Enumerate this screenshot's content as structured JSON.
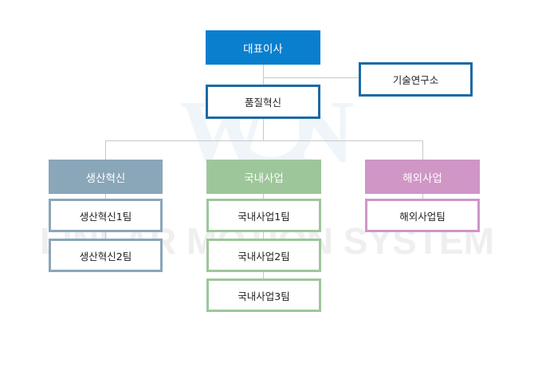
{
  "watermark": {
    "top_text": "W  N",
    "bottom_text": "LINEAR MOTION SYSTEM"
  },
  "org": {
    "ceo": "대표이사",
    "rnd": "기술연구소",
    "quality": "품질혁신",
    "divisions": [
      {
        "name": "생산혁신",
        "color": "#8aa6b9",
        "teams": [
          "생산혁신1팀",
          "생산혁신2팀"
        ]
      },
      {
        "name": "국내사업",
        "color": "#9ec69b",
        "teams": [
          "국내사업1팀",
          "국내사업2팀",
          "국내사업3팀"
        ]
      },
      {
        "name": "해외사업",
        "color": "#cf96c6",
        "teams": [
          "해외사업팀"
        ]
      }
    ]
  },
  "colors": {
    "ceo": "#0a7fce",
    "staff_border": "#1c6aa5",
    "connector": "#c8c8c8"
  }
}
